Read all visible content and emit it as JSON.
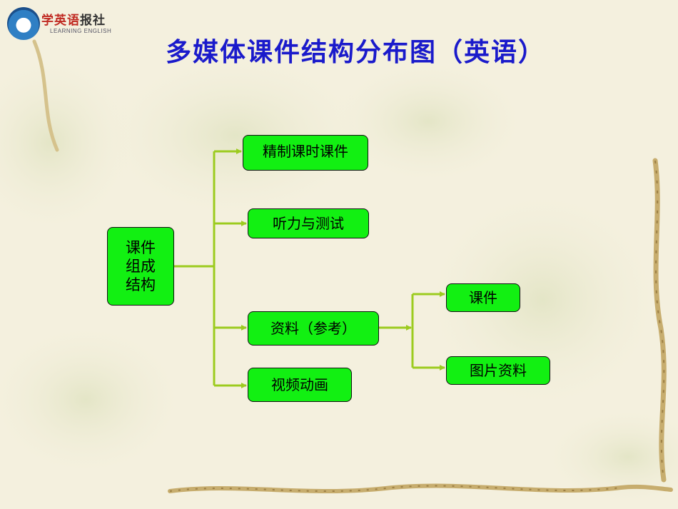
{
  "logo": {
    "name_cn_main": "学英语",
    "name_cn_paper": "报社",
    "name_en": "LEARNING ENGLISH"
  },
  "title": "多媒体课件结构分布图（英语）",
  "diagram": {
    "root": "课件组成结构",
    "branches": [
      "精制课时课件",
      "听力与测试",
      "资料（参考）",
      "视频动画"
    ],
    "sub_branches": [
      "课件",
      "图片资料"
    ]
  },
  "colors": {
    "title": "#1a1acb",
    "node_fill": "#12f012",
    "connector": "#9ccb1f",
    "logo_red": "#c02a22"
  }
}
